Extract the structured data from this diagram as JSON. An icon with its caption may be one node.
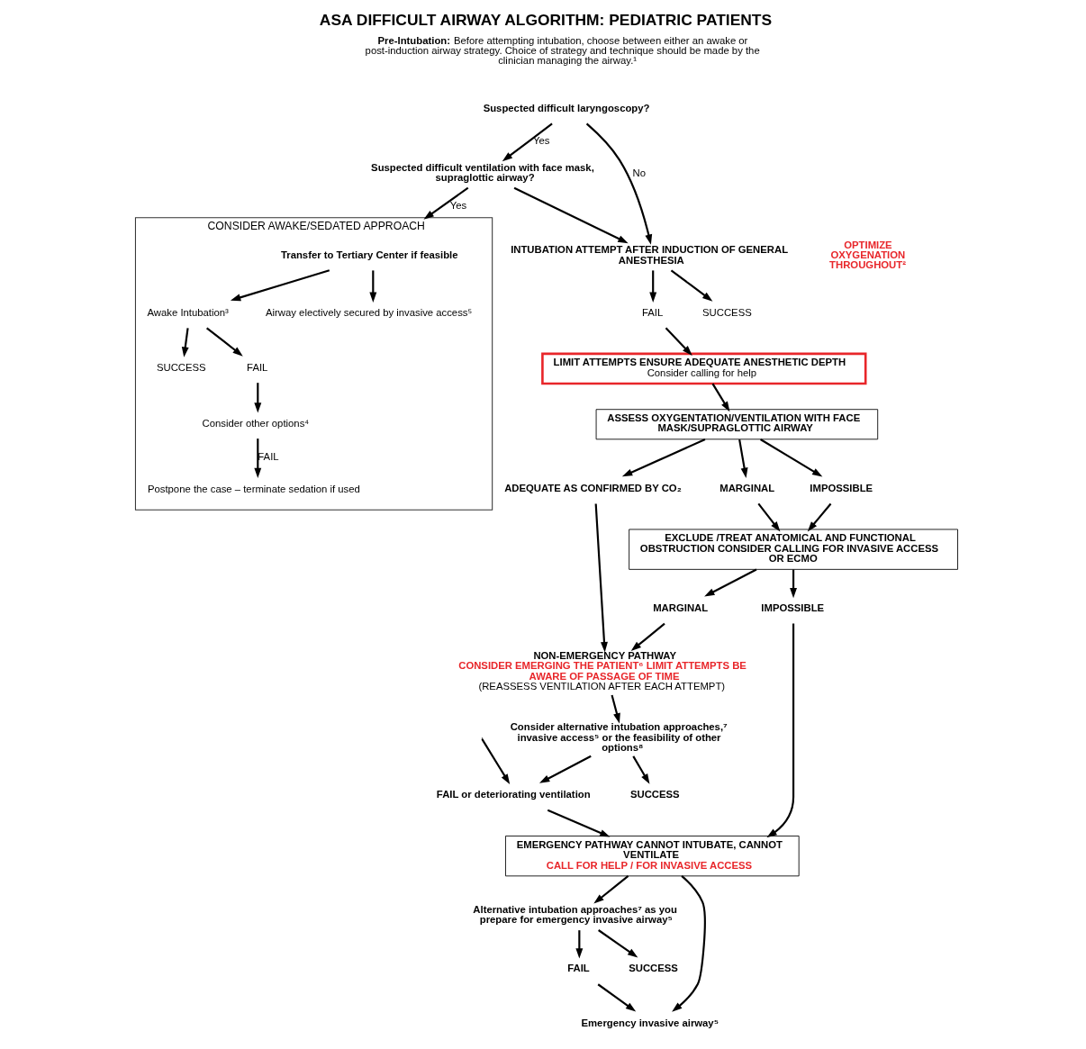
{
  "diagram": {
    "title": "ASA DIFFICULT AIRWAY ALGORITHM: PEDIATRIC PATIENTS",
    "nodes": [
      {
        "text": [
          "Suspected difficult laryngoscopy?"
        ]
      },
      {
        "text": [
          "Suspected difficult ventilation with face mask, supraglottic airway?"
        ]
      },
      {
        "text": [
          "INTUBATION ATTEMPT AFTER INDUCTION OF GENERAL ANESTHESIA"
        ]
      },
      {
        "text": [
          "CONSIDER AWAKE/SEDATED APPROACH"
        ]
      },
      {
        "text": [
          "Transfer to Tertiary Center if feasible"
        ],
        "in": 3
      },
      {
        "text": [
          "Awake Intubation³"
        ],
        "in": 3
      },
      {
        "text": [
          "Airway electively secured by invasive access⁵"
        ],
        "in": 3
      },
      {
        "text": [
          "SUCCESS"
        ],
        "in": 3
      },
      {
        "text": [
          "FAIL"
        ],
        "in": 3
      },
      {
        "text": [
          "Consider other options⁴"
        ],
        "in": 3
      },
      {
        "text": [
          "Postpone the case – terminate sedation if used"
        ],
        "in": 3
      },
      {
        "text": [
          "FAIL"
        ]
      },
      {
        "text": [
          "SUCCESS"
        ]
      },
      {
        "text": [
          "LIMIT ATTEMPTS ENSURE ADEQUATE ANESTHETIC DEPTH",
          "Consider calling for help"
        ]
      },
      {
        "text": [
          "ASSESS OXYGENTATION/VENTILATION WITH FACE MASK/SUPRAGLOTTIC AIRWAY"
        ]
      },
      {
        "text": [
          "ADEQUATE AS CONFIRMED BY CO₂"
        ]
      },
      {
        "text": [
          "MARGINAL"
        ]
      },
      {
        "text": [
          "IMPOSSIBLE"
        ]
      },
      {
        "text": [
          "EXCLUDE /TREAT ANATOMICAL AND FUNCTIONAL OBSTRUCTION CONSIDER CALLING FOR INVASIVE ACCESS OR ECMO"
        ]
      },
      {
        "text": [
          "MARGINAL"
        ]
      },
      {
        "text": [
          "IMPOSSIBLE"
        ]
      },
      {
        "text": [
          "NON-EMERGENCY PATHWAY",
          "CONSIDER EMERGING THE PATIENT⁶ LIMIT ATTEMPTS BE AWARE OF PASSAGE OF TIME",
          "(REASSESS VENTILATION AFTER EACH ATTEMPT)"
        ]
      },
      {
        "text": [
          "Consider alternative intubation approaches,⁷ invasive access⁵ or the feasibility of other options⁸"
        ]
      },
      {
        "text": [
          "SUCCESS"
        ]
      },
      {
        "text": [
          "FAIL or deteriorating ventilation"
        ]
      },
      {
        "text": [
          "EMERGENCY PATHWAY CANNOT INTUBATE, CANNOT VENTILATE",
          "CALL FOR HELP / FOR INVASIVE ACCESS"
        ]
      },
      {
        "text": [
          "Alternative intubation approaches⁷ as you prepare for emergency invasive airway⁵"
        ]
      },
      {
        "text": [
          "FAIL"
        ]
      },
      {
        "text": [
          "SUCCESS"
        ]
      },
      {
        "text": [
          "Emergency invasive airway⁵"
        ]
      }
    ],
    "edges": [
      {
        "from": 0,
        "to": 1,
        "arrow": "to",
        "label": "Yes"
      },
      {
        "from": 0,
        "to": 2,
        "arrow": "to",
        "label": "No"
      },
      {
        "from": 1,
        "to": 2,
        "arrow": "to"
      },
      {
        "from": 1,
        "to": 3,
        "arrow": "to",
        "label": "Yes"
      },
      {
        "from": 4,
        "to": 5,
        "arrow": "to"
      },
      {
        "from": 4,
        "to": 6,
        "arrow": "to"
      },
      {
        "from": 5,
        "to": 7,
        "arrow": "to"
      },
      {
        "from": 5,
        "to": 8,
        "arrow": "to"
      },
      {
        "from": 8,
        "to": 9,
        "arrow": "to"
      },
      {
        "from": 9,
        "to": 10,
        "arrow": "to",
        "label": "FAIL"
      },
      {
        "from": 2,
        "to": 11,
        "arrow": "to"
      },
      {
        "from": 2,
        "to": 12,
        "arrow": "to"
      },
      {
        "from": 11,
        "to": 13,
        "arrow": "to"
      },
      {
        "from": 13,
        "to": 14,
        "arrow": "to"
      },
      {
        "from": 14,
        "to": 15,
        "arrow": "to"
      },
      {
        "from": 14,
        "to": 16,
        "arrow": "to"
      },
      {
        "from": 14,
        "to": 17,
        "arrow": "to"
      },
      {
        "from": 16,
        "to": 18,
        "arrow": "to"
      },
      {
        "from": 17,
        "to": 18,
        "arrow": "to"
      },
      {
        "from": 15,
        "to": 21,
        "arrow": "to"
      },
      {
        "from": 18,
        "to": 19,
        "arrow": "to"
      },
      {
        "from": 18,
        "to": 20,
        "arrow": "to"
      },
      {
        "from": 19,
        "to": 21,
        "arrow": "to"
      },
      {
        "from": 20,
        "to": 25,
        "arrow": "to"
      },
      {
        "from": 21,
        "to": 22,
        "arrow": "to"
      },
      {
        "from": 22,
        "to": 23,
        "arrow": "to"
      },
      {
        "from": 22,
        "to": 24,
        "arrow": "to"
      },
      {
        "from": null,
        "to": 24,
        "arrow": "to"
      },
      {
        "from": 24,
        "to": 25,
        "arrow": "to"
      },
      {
        "from": 25,
        "to": 26,
        "arrow": "to"
      },
      {
        "from": 25,
        "to": 29,
        "arrow": "to"
      },
      {
        "from": 26,
        "to": 27,
        "arrow": "to"
      },
      {
        "from": 26,
        "to": 28,
        "arrow": "to"
      },
      {
        "from": 27,
        "to": 29,
        "arrow": "to"
      }
    ],
    "labels": [
      "**Pre-Intubation:** Before attempting intubation, choose between either an awake or post-induction airway strategy. Choice of strategy and technique should be made by the clinician managing the airway.¹",
      "OPTIMIZE OXYGENATION THROUGHOUT²"
    ]
  }
}
